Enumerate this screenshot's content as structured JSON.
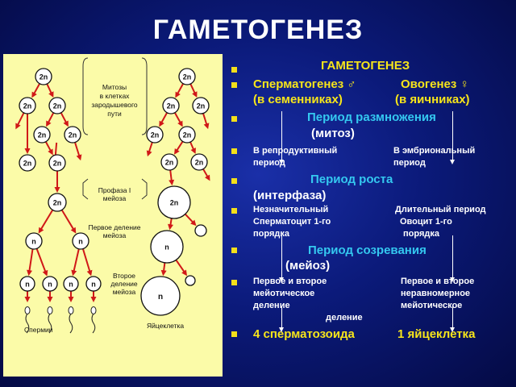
{
  "title": "ГАМЕТОГЕНЕЗ",
  "figure": {
    "cell_2n": "2n",
    "cell_n": "n",
    "label_mitosis": [
      "Митозы",
      "в клетках",
      "зародышевого",
      "пути"
    ],
    "label_prophase": [
      "Профаза I",
      "мейоза"
    ],
    "label_meiosis1": [
      "Первое деление",
      "мейоза"
    ],
    "label_meiosis2": [
      "Второе",
      "деление",
      "мейоза"
    ],
    "label_sperm": "Спермии",
    "label_egg": "Яйцеклетка"
  },
  "bullets": {
    "heading": "ГАМЕТОГЕНЕЗ",
    "sperm_title": "Сперматогенез ♂",
    "sperm_place": "(в семенниках)",
    "oo_title": "Овогенез ♀",
    "oo_place": "(в яичниках)",
    "phase1_a": "Период размножения",
    "phase1_b": "(митоз)",
    "p1_left_a": "В репродуктивный",
    "p1_left_b": "период",
    "p1_right_a": "В эмбриональный",
    "p1_right_b": "период",
    "phase2_a": "Период  роста",
    "phase2_b": "(интерфаза)",
    "p2_left_a": "Незначительный",
    "p2_left_b": "Сперматоцит 1-го",
    "p2_left_c": "порядка",
    "p2_right_a": "Длительный период",
    "p2_right_b": "Овоцит 1-го",
    "p2_right_c": "порядка",
    "phase3_a": "Период созревания",
    "phase3_b": "(мейоз)",
    "p3_left_a": "Первое и второе",
    "p3_left_b": "мейотическое",
    "p3_left_c": "деление",
    "p3_right_a": "Первое и второе",
    "p3_right_b": "неравномерное",
    "p3_right_c": "мейотическое",
    "p3_right_d": "деление",
    "result_left": "4 сперматозоида",
    "result_right": "1 яйцеклетка"
  },
  "colors": {
    "background": "#0b1a7a",
    "bullet": "#f3df1a",
    "yellow_text": "#f7e51a",
    "cyan_text": "#34c8f0",
    "white_text": "#ffffff",
    "figure_bg": "#fbfba8",
    "arrow_red": "#d01818"
  }
}
